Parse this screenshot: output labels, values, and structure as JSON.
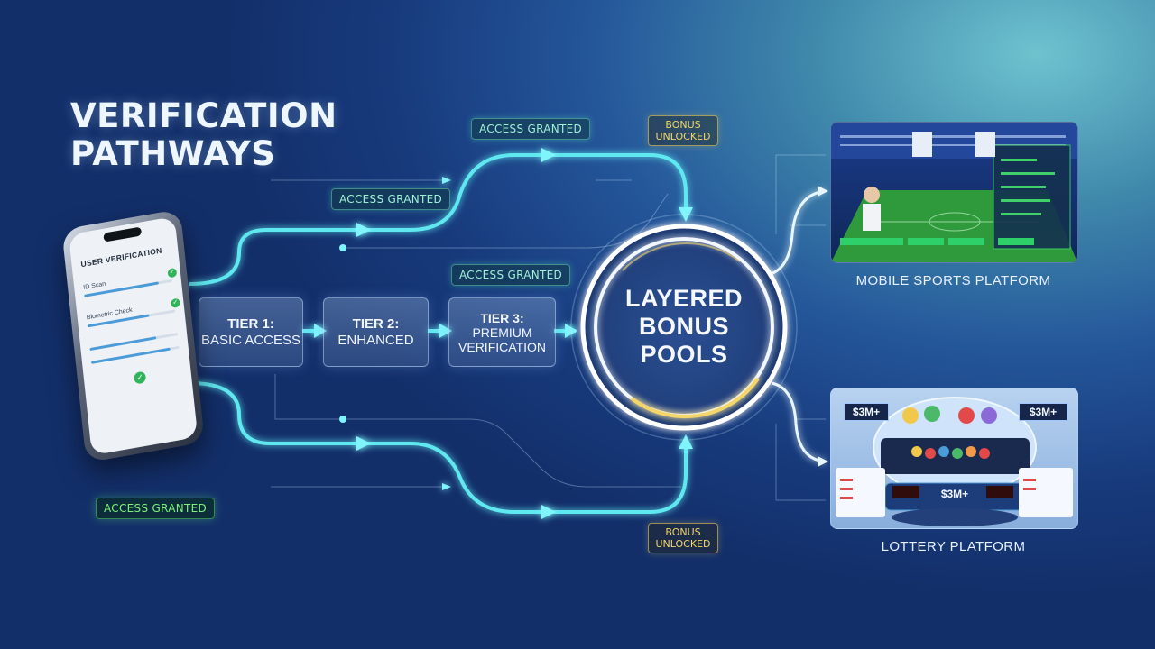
{
  "title": {
    "line1": "VERIFICATION",
    "line2": "PATHWAYS"
  },
  "badges": {
    "access_top": "ACCESS GRANTED",
    "access_upper": "ACCESS GRANTED",
    "access_mid": "ACCESS GRANTED",
    "access_bottom": "ACCESS GRANTED",
    "bonus_top": "BONUS UNLOCKED",
    "bonus_bottom": "BONUS UNLOCKED"
  },
  "tiers": [
    {
      "line1": "TIER 1:",
      "line2": "BASIC ACCESS"
    },
    {
      "line1": "TIER 2:",
      "line2": "ENHANCED"
    },
    {
      "line1": "TIER 3:",
      "line2": "PREMIUM",
      "line3": "VERIFICATION"
    }
  ],
  "hub": {
    "line1": "LAYERED",
    "line2": "BONUS",
    "line3": "POOLS"
  },
  "phone": {
    "title": "USER VERIFICATION",
    "rows": [
      "ID Scan",
      "Biometric Check"
    ]
  },
  "platforms": {
    "sports": {
      "label": "MOBILE SPORTS PLATFORM"
    },
    "lottery": {
      "label": "LOTTERY PLATFORM",
      "jackpot_left": "$3M+",
      "jackpot_right": "$3M+",
      "jackpot_center": "$3M+"
    }
  },
  "colors": {
    "flow": "#5ee8f0",
    "flow_white": "#e8f6ff",
    "access": "#7df07a",
    "bonus": "#f3d56a"
  }
}
